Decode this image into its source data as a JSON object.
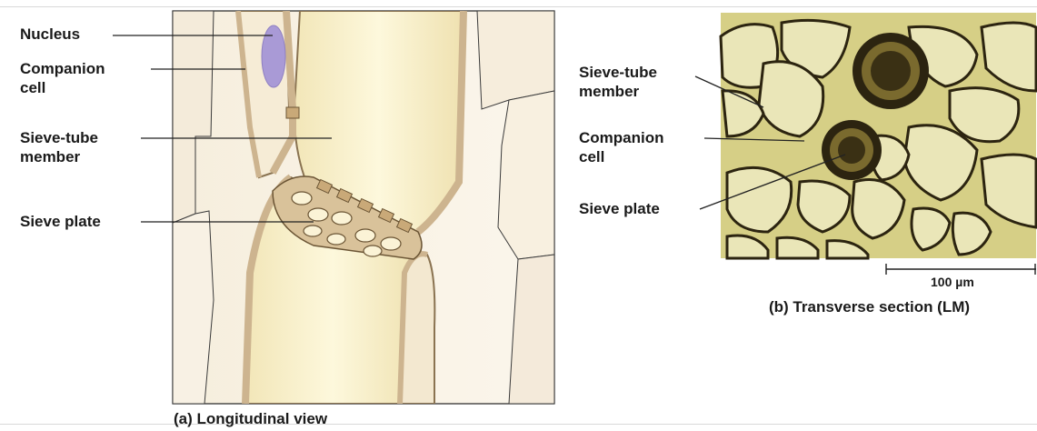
{
  "longitudinal": {
    "labels": {
      "nucleus": "Nucleus",
      "companion_cell_1": "Companion",
      "companion_cell_2": "cell",
      "sieve_tube_1": "Sieve-tube",
      "sieve_tube_2": "member",
      "sieve_plate": "Sieve plate"
    },
    "caption": "(a) Longitudinal view"
  },
  "transverse": {
    "labels": {
      "sieve_tube_1": "Sieve-tube",
      "sieve_tube_2": "member",
      "companion_cell_1": "Companion",
      "companion_cell_2": "cell",
      "sieve_plate": "Sieve plate"
    },
    "scale_bar": "100 µm",
    "caption": "(b) Transverse section (LM)"
  },
  "colors": {
    "cell_wall": "#cdb48f",
    "cell_fill": "#f7efdc",
    "sieve_tube_fill": "#fbf4cf",
    "nucleus": "#a99ad6",
    "micrograph_bg": "#d6cf86",
    "micrograph_dark": "#2c2410"
  }
}
